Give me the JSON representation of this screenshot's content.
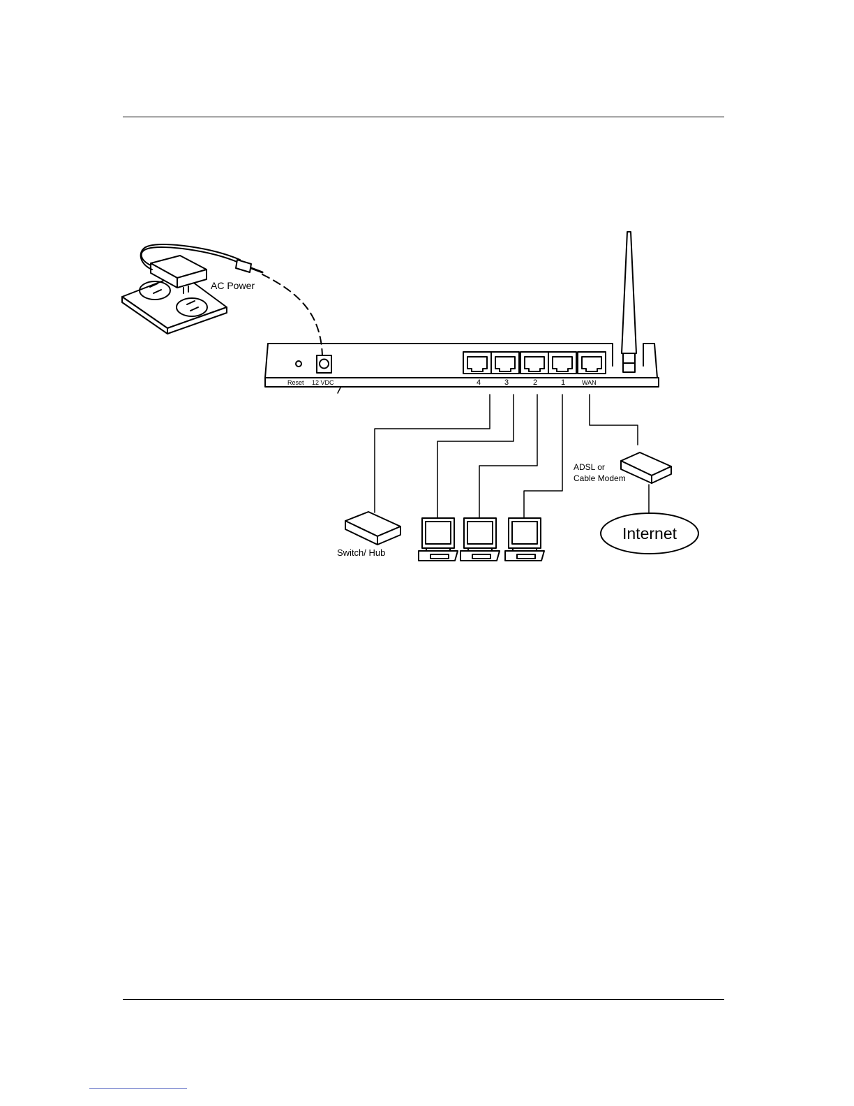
{
  "diagram": {
    "ac_power_label": "AC Power",
    "reset_label": "Reset",
    "vdc_label": "12 VDC",
    "ports": [
      "4",
      "3",
      "2",
      "1"
    ],
    "wan_label": "WAN",
    "modem_label_line1": "ADSL or",
    "modem_label_line2": "Cable Modem",
    "switch_label": "Switch/ Hub",
    "internet_label": "Internet"
  }
}
